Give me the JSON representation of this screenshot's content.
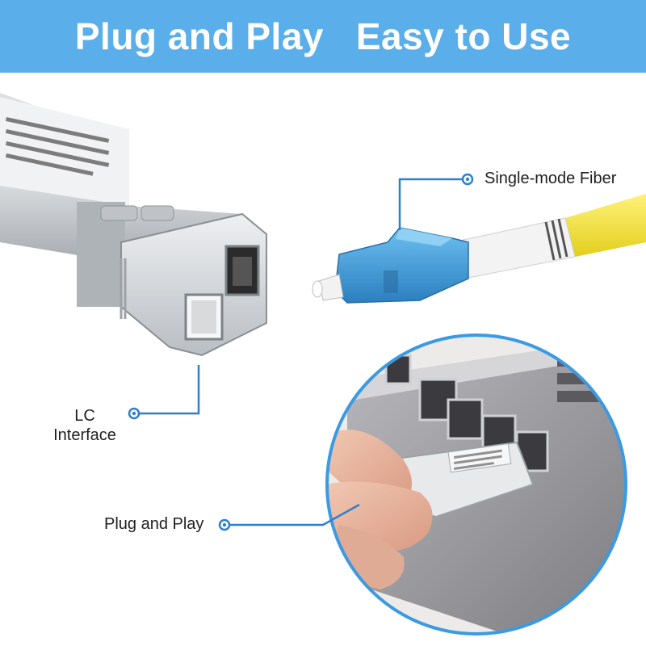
{
  "banner": {
    "title": "Plug and Play   Easy to Use",
    "color": "#5aaee9"
  },
  "callouts": {
    "fiber": "Single-mode Fiber",
    "lc_line1": "LC",
    "lc_line2": "Interface",
    "plug": "Plug and Play",
    "line_color": "#2f7fd0"
  },
  "colors": {
    "fiber_cable": "#f4e53a",
    "lc_connector": "#3a9ad9",
    "module_metal": "#c9cdd1",
    "switch_body": "#8a8a8e"
  }
}
